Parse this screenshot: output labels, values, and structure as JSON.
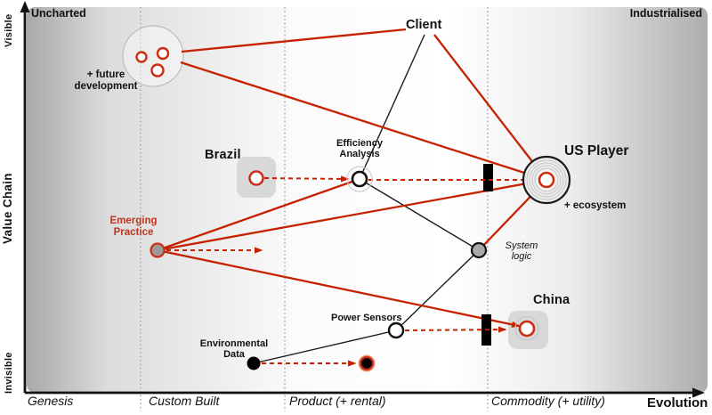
{
  "colors": {
    "accent_red": "#c62100",
    "text_red": "#bf3522",
    "node_gray_fill": "#9a9a9a",
    "box_gray": "#d8d8d8",
    "inertia_bar": "#000000",
    "map_edge_gray": "#ababab"
  },
  "frame": {
    "top_left": "Uncharted",
    "top_right": "Industrialised",
    "y_axis": {
      "label": "Value Chain",
      "top": "Visible",
      "bottom": "Invisible"
    },
    "x_axis": {
      "label": "Evolution",
      "stages": [
        "Genesis",
        "Custom Built",
        "Product (+ rental)",
        "Commodity (+ utility)"
      ]
    }
  },
  "nodes": {
    "future_development": {
      "label": "+ future development"
    },
    "client": {
      "label": "Client"
    },
    "brazil": {
      "label": "Brazil"
    },
    "efficiency_analysis": {
      "label": "Efficiency Analysis"
    },
    "us_player": {
      "label": "US Player",
      "sublabel": "+ ecosystem"
    },
    "emerging_practice": {
      "label": "Emerging Practice"
    },
    "system_logic": {
      "label": "System logic"
    },
    "china": {
      "label": "China"
    },
    "power_sensors": {
      "label": "Power Sensors"
    },
    "environmental_data": {
      "label": "Environmental Data"
    }
  },
  "edges": [
    {
      "from": "+ future development",
      "to": "Client"
    },
    {
      "from": "+ future development",
      "to": "US Player"
    },
    {
      "from": "Client",
      "to": "US Player"
    },
    {
      "from": "Client",
      "to": "Efficiency Analysis"
    },
    {
      "from": "Emerging Practice",
      "to": "Efficiency Analysis"
    },
    {
      "from": "Emerging Practice",
      "to": "US Player"
    },
    {
      "from": "Emerging Practice",
      "to": "China"
    },
    {
      "from": "System logic",
      "to": "US Player"
    },
    {
      "from": "Efficiency Analysis",
      "to": "System logic"
    },
    {
      "from": "System logic",
      "to": "Power Sensors"
    },
    {
      "from": "Power Sensors",
      "to": "Environmental Data"
    }
  ],
  "movements": [
    {
      "from": "Brazil",
      "toward": "Efficiency Analysis"
    },
    {
      "from": "Efficiency Analysis",
      "toward": "US Player"
    },
    {
      "from": "Emerging Practice",
      "toward": "right"
    },
    {
      "from": "Power Sensors",
      "toward": "China"
    },
    {
      "from": "Environmental Data",
      "toward": "right"
    }
  ],
  "inertia_bars": 2
}
